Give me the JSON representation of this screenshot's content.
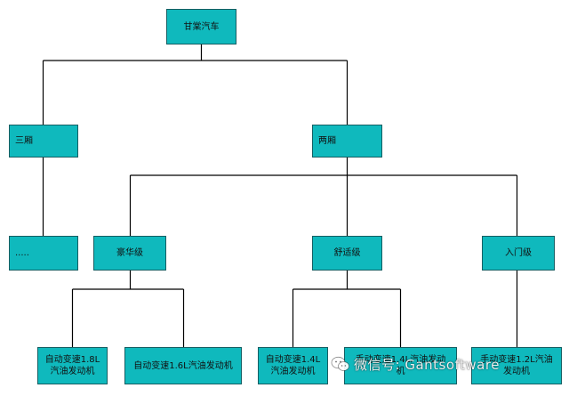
{
  "diagram": {
    "root": "甘棠汽车",
    "level1": {
      "sedan": "三厢",
      "hatchback": "两厢"
    },
    "level2": {
      "ellipsis": ".....",
      "luxury": "豪华级",
      "comfort": "舒适级",
      "entry": "入门级"
    },
    "level3": {
      "lux_a": "自动变速1.8L汽油发动机",
      "lux_b": "自动变速1.6L汽油发动机",
      "comfort_a": "自动变速1.4L汽油发动机",
      "comfort_b": "手动变速1.4L汽油发动机",
      "entry_a": "手动变速1.2L汽油发动机"
    },
    "colors": {
      "box_fill": "#0fb9bd",
      "box_border": "#155e62",
      "line": "#000000"
    }
  },
  "watermark": {
    "icon": "wechat-icon",
    "text": "微信号: Gantsoftware"
  }
}
